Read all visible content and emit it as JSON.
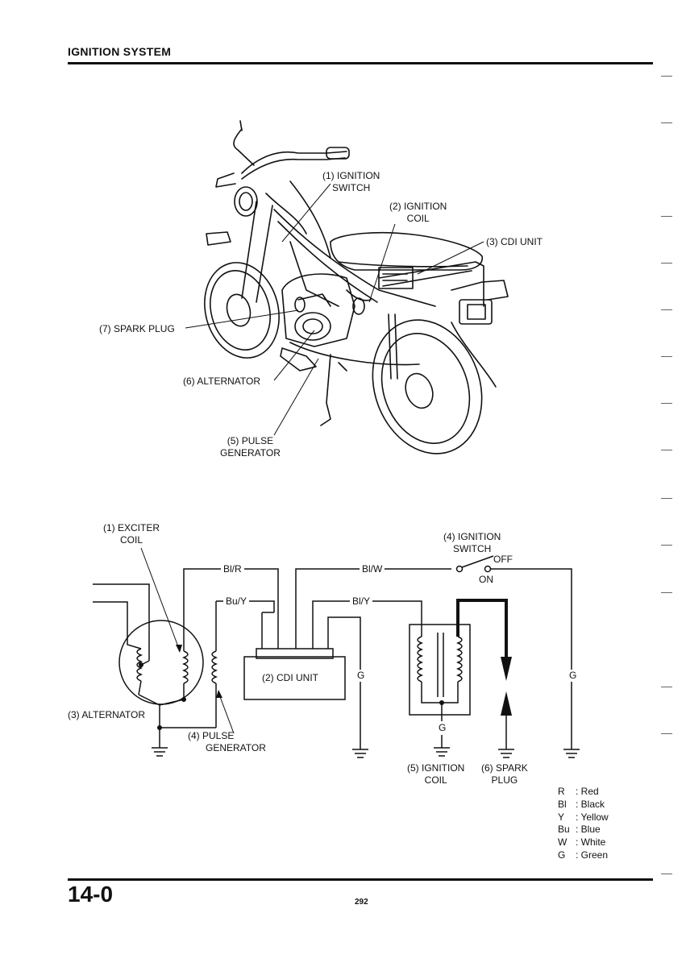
{
  "header": {
    "title": "IGNITION SYSTEM"
  },
  "illustration": {
    "labels": {
      "ignition_switch": [
        "(1) IGNITION",
        "SWITCH"
      ],
      "ignition_coil": [
        "(2) IGNITION",
        "COIL"
      ],
      "cdi_unit": "(3) CDI UNIT",
      "spark_plug": "(7) SPARK PLUG",
      "alternator": "(6) ALTERNATOR",
      "pulse_generator": [
        "(5) PULSE",
        "GENERATOR"
      ]
    }
  },
  "schematic": {
    "labels": {
      "exciter_coil": [
        "(1) EXCITER",
        "COIL"
      ],
      "ignition_switch": [
        "(4) IGNITION",
        "SWITCH"
      ],
      "switch_off": "OFF",
      "switch_on": "ON",
      "cdi_unit": "(2) CDI UNIT",
      "alternator": "(3) ALTERNATOR",
      "pulse_generator": [
        "(4) PULSE",
        "GENERATOR"
      ],
      "ignition_coil": [
        "(5) IGNITION",
        "COIL"
      ],
      "spark_plug": [
        "(6) SPARK",
        "PLUG"
      ]
    },
    "wires": {
      "bl_r": "Bl/R",
      "bu_y": "Bu/Y",
      "bl_w": "Bl/W",
      "bl_y": "Bl/Y",
      "g1": "G",
      "g2": "G",
      "g3": "G"
    }
  },
  "legend": [
    {
      "code": "R",
      "color": ": Red"
    },
    {
      "code": "Bl",
      "color": ": Black"
    },
    {
      "code": "Y",
      "color": ": Yellow"
    },
    {
      "code": "Bu",
      "color": ": Blue"
    },
    {
      "code": "W",
      "color": ": White"
    },
    {
      "code": "G",
      "color": ": Green"
    }
  ],
  "footer": {
    "page_number": "14-0",
    "page_count": "292"
  }
}
